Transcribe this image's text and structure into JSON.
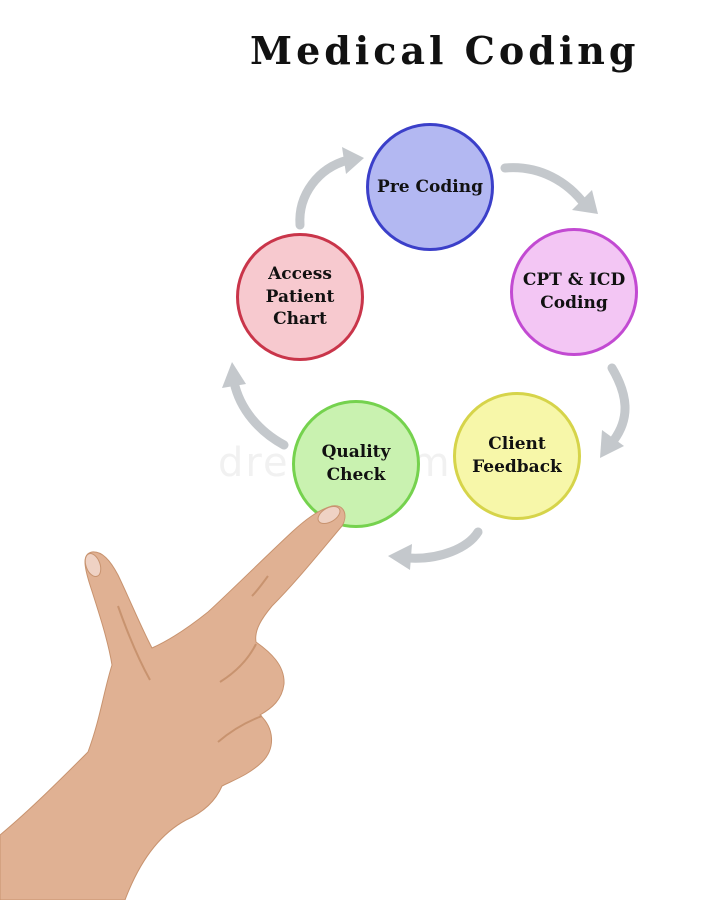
{
  "title": "Medical Coding",
  "watermark": "dreamstime",
  "nodes": [
    {
      "id": "pre-coding",
      "label": "Pre Coding",
      "fill": "#b3b8f2",
      "border": "#3b3fc9"
    },
    {
      "id": "cpt-icd-coding",
      "label": "CPT & ICD\nCoding",
      "fill": "#f3c6f4",
      "border": "#c24ad2"
    },
    {
      "id": "client-feedback",
      "label": "Client\nFeedback",
      "fill": "#f7f7a9",
      "border": "#d6d44a"
    },
    {
      "id": "quality-check",
      "label": "Quality\nCheck",
      "fill": "#c9f2b0",
      "border": "#75d24e"
    },
    {
      "id": "access-patient-chart",
      "label": "Access\nPatient\nChart",
      "fill": "#f7c9cf",
      "border": "#c9354a"
    }
  ],
  "colors": {
    "arrow": "#c4c8cc",
    "skin": "#e0b193",
    "skin_shadow": "#c8936f",
    "nail": "#efd2c4"
  },
  "icons": {
    "arrow": "curved-arrow-icon",
    "hand": "pointing-hand-image"
  }
}
